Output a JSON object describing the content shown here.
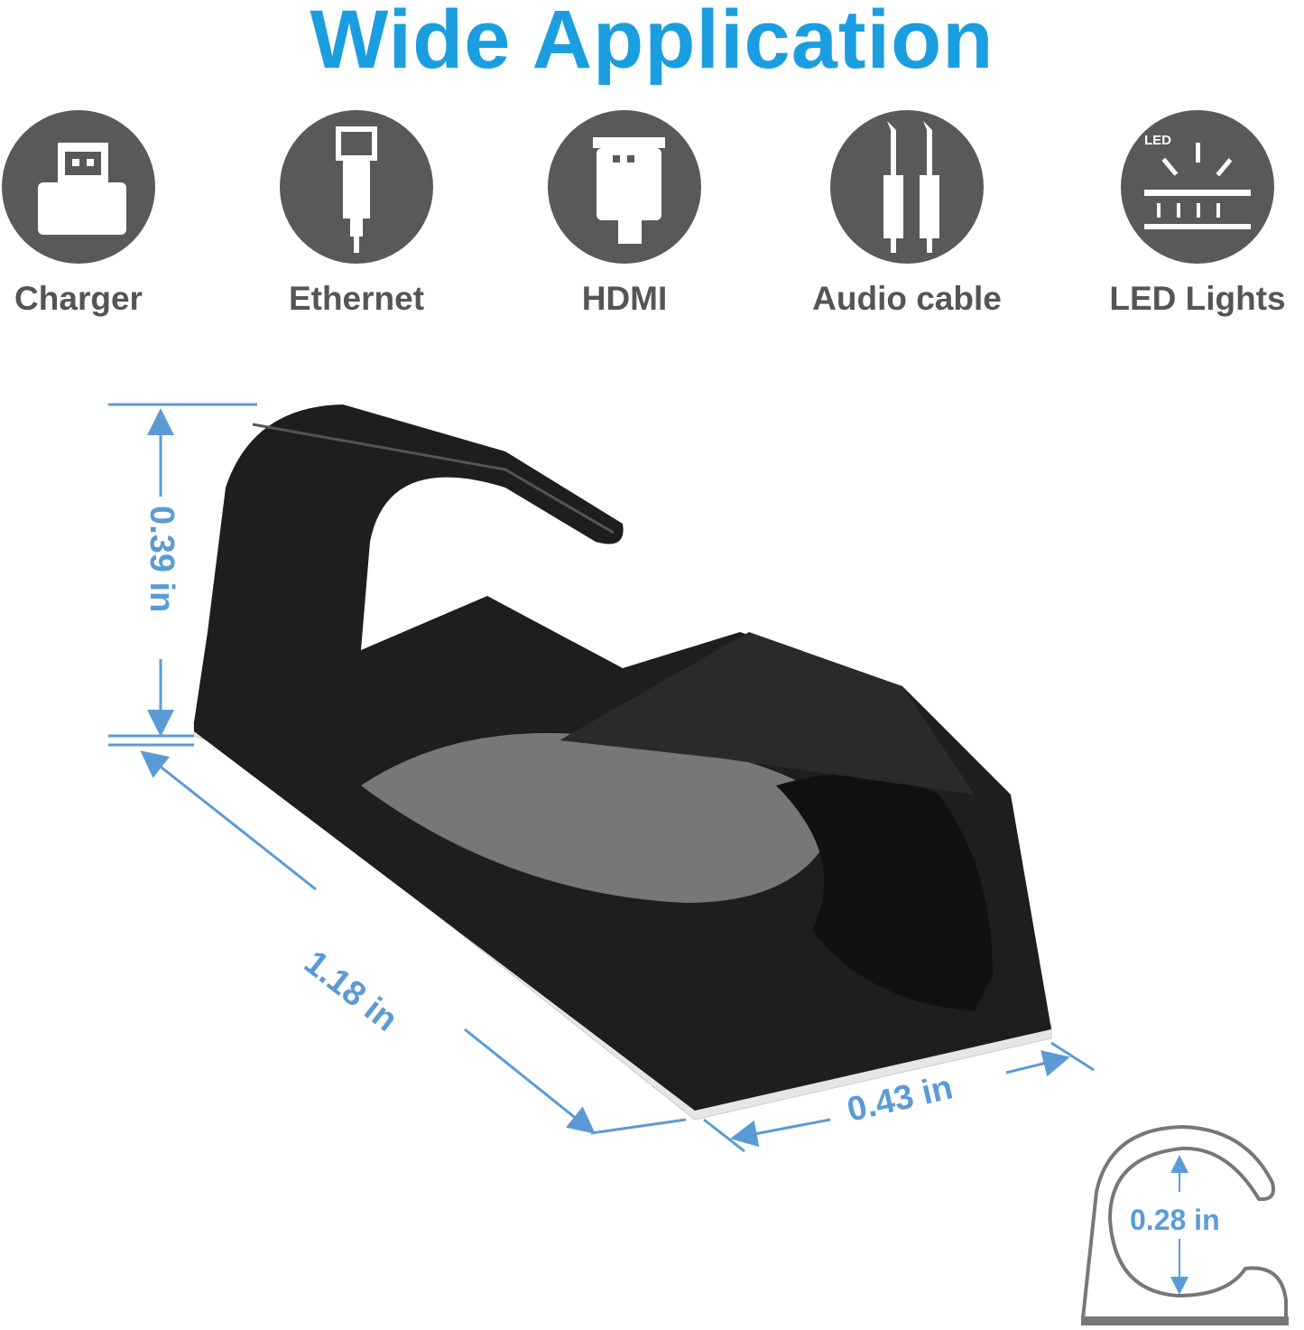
{
  "title": "Wide Application",
  "applications": [
    {
      "label": "Charger",
      "icon": "usb-plug-icon"
    },
    {
      "label": "Ethernet",
      "icon": "ethernet-plug-icon"
    },
    {
      "label": "HDMI",
      "icon": "hdmi-plug-icon"
    },
    {
      "label": "Audio cable",
      "icon": "audio-jack-icon"
    },
    {
      "label": "LED Lights",
      "icon": "led-strip-icon",
      "badge": "LED"
    }
  ],
  "dimensions": {
    "height": "0.39 in",
    "length": "1.18 in",
    "width": "0.43 in",
    "inner_diameter": "0.28 in"
  },
  "colors": {
    "title": "#1a9ee0",
    "dimension": "#5b9bd5",
    "icon_bg": "#595959",
    "product": "#1e1e1e"
  }
}
